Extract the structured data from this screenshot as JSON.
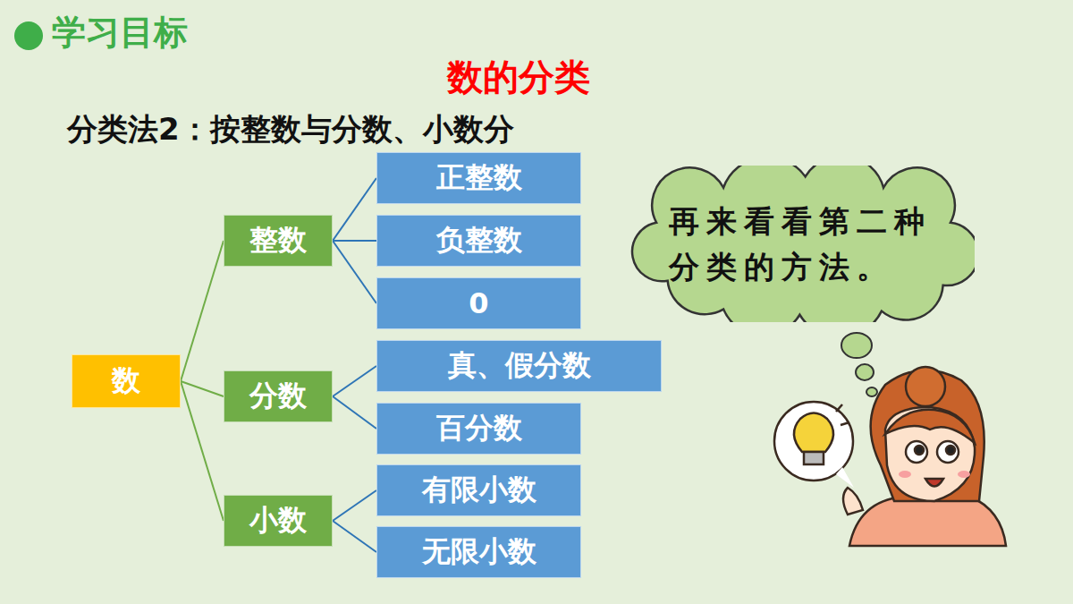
{
  "diagram": {
    "title": "数的分类",
    "nodes": [
      {
        "text": [
          "数"
        ]
      },
      {
        "text": [
          "整数"
        ]
      },
      {
        "text": [
          "正整数"
        ]
      },
      {
        "text": [
          "负整数"
        ]
      },
      {
        "text": [
          "0"
        ]
      },
      {
        "text": [
          "分数"
        ]
      },
      {
        "text": [
          "真、假分数"
        ]
      },
      {
        "text": [
          "百分数"
        ]
      },
      {
        "text": [
          "小数"
        ]
      },
      {
        "text": [
          "有限小数"
        ]
      },
      {
        "text": [
          "无限小数"
        ]
      },
      {
        "text": [
          "再来看看第二种分类的方法。"
        ]
      }
    ],
    "edges": [
      {
        "from": 0,
        "to": 1,
        "arrow": "none"
      },
      {
        "from": 0,
        "to": 5,
        "arrow": "none"
      },
      {
        "from": 0,
        "to": 8,
        "arrow": "none"
      },
      {
        "from": 1,
        "to": 2,
        "arrow": "none"
      },
      {
        "from": 1,
        "to": 3,
        "arrow": "none"
      },
      {
        "from": 1,
        "to": 4,
        "arrow": "none"
      },
      {
        "from": 5,
        "to": 6,
        "arrow": "none"
      },
      {
        "from": 5,
        "to": 7,
        "arrow": "none"
      },
      {
        "from": 8,
        "to": 9,
        "arrow": "none"
      },
      {
        "from": 8,
        "to": 10,
        "arrow": "none"
      }
    ],
    "labels": [
      "学习目标",
      "分类法2：按整数与分数、小数分"
    ]
  }
}
